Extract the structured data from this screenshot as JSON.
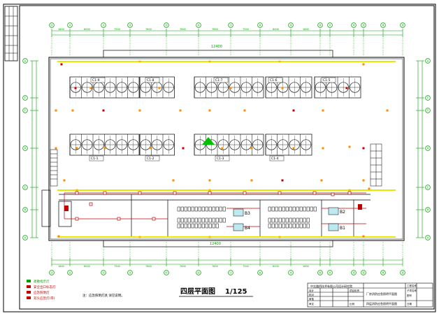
{
  "drawing": {
    "title": "四层平面图",
    "scale": "1/125",
    "top_axes": [
      "①",
      "②",
      "③",
      "④",
      "⑤",
      "⑥",
      "⑦",
      "⑧",
      "⑨",
      "⑩",
      "⑪",
      "⑫",
      "⑬",
      "⑭",
      "⑮"
    ],
    "top_dims": [
      "1800",
      "6000",
      "7500",
      "7800",
      "7800",
      "7800",
      "7500",
      "6000",
      "1800"
    ],
    "bottom_dims": [
      "1800",
      "6000",
      "7500",
      "7800",
      "7800",
      "7800",
      "7500",
      "6000",
      "1800"
    ],
    "left_axes": [
      "Ⓖ",
      "Ⓕ",
      "Ⓔ",
      "Ⓓ",
      "Ⓒ",
      "Ⓑ",
      "Ⓐ"
    ],
    "right_axes": [
      "Ⓖ",
      "Ⓕ",
      "Ⓔ",
      "Ⓓ",
      "Ⓒ",
      "Ⓑ",
      "Ⓐ"
    ],
    "cell_groups_top": [
      "C1-9",
      "C1-8",
      "C1-7",
      "C1-6",
      "C1-5"
    ],
    "cell_groups_bottom": [
      "C1-1",
      "C1-2",
      "C1-3",
      "C1-4"
    ],
    "room_labels": [
      "B3",
      "B4",
      "B2",
      "B1"
    ],
    "top_span_label": "12400",
    "bottom_span_label": "12400",
    "legend": [
      {
        "label": "疏散指示灯",
        "color": "#00a000"
      },
      {
        "label": "安全出口标志灯",
        "color": "#c00000"
      },
      {
        "label": "应急照明灯",
        "color": "#c00000"
      },
      {
        "label": "双头应急灯(带)",
        "color": "#c00000"
      }
    ],
    "note": "注：应急照明灯具 详见说明。"
  },
  "title_block": {
    "project": "中交路桥技术有限公司设计研究院",
    "drawing_name": "厂房消防应急照明平面图",
    "sub_name": "四层消防应急照明平面图",
    "rows": [
      "设计",
      "校对",
      "审核",
      "审定",
      "项目负责"
    ],
    "fields": [
      "工程名称",
      "子项名称",
      "图号",
      "日期",
      "比例"
    ]
  },
  "colors": {
    "dimension": "#00a000",
    "wall": "#000000",
    "emergency": "#c00000",
    "corridor": "#e8e800",
    "marker": "#ff8a00"
  }
}
